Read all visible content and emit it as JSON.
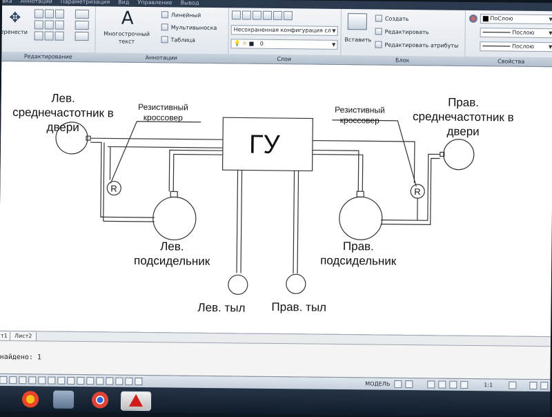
{
  "menubar": {
    "items": [
      "вка",
      "Аннотации",
      "Параметризация",
      "Вид",
      "Управление",
      "Вывод"
    ]
  },
  "ribbon": {
    "panels": [
      {
        "title": "Редактирование",
        "partial_button": "еренести"
      },
      {
        "title": "Аннотации",
        "big_button": "Многострочный текст",
        "items": [
          "Линейный",
          "Мультивыноска",
          "Таблица"
        ]
      },
      {
        "title": "Слои",
        "combo": "Несохраненная конфигурация сл",
        "layer_value": "0"
      },
      {
        "title": "Блок",
        "insert": "Вставить",
        "items": [
          "Создать",
          "Редактировать",
          "Редактировать атрибуты"
        ]
      },
      {
        "title": "Свойства",
        "combos": [
          "ПоСлою",
          "Послою",
          "Послою"
        ]
      }
    ]
  },
  "diagram": {
    "head_unit": "ГУ",
    "resistor_symbol": "R",
    "left_door_label": "Лев. среднечастотник в двери",
    "right_door_label": "Прав. среднечастотник в двери",
    "left_crossover": "Резистивный кроссовер",
    "right_crossover": "Резистивный кроссовер",
    "left_sub": "Лев. подсидельник",
    "right_sub": "Прав. подсидельник",
    "left_rear": "Лев. тыл",
    "right_rear": "Прав. тыл"
  },
  "sheet_tabs": [
    "т1",
    "Лист2"
  ],
  "command_line": {
    "output": "найдено: 1"
  },
  "status": {
    "model": "МОДЕЛЬ",
    "scale": "1:1"
  },
  "colors": {
    "ribbon_bg": "#e6ebf1",
    "status_bg": "#cfd8e3",
    "taskbar_bg": "#1a2636"
  }
}
